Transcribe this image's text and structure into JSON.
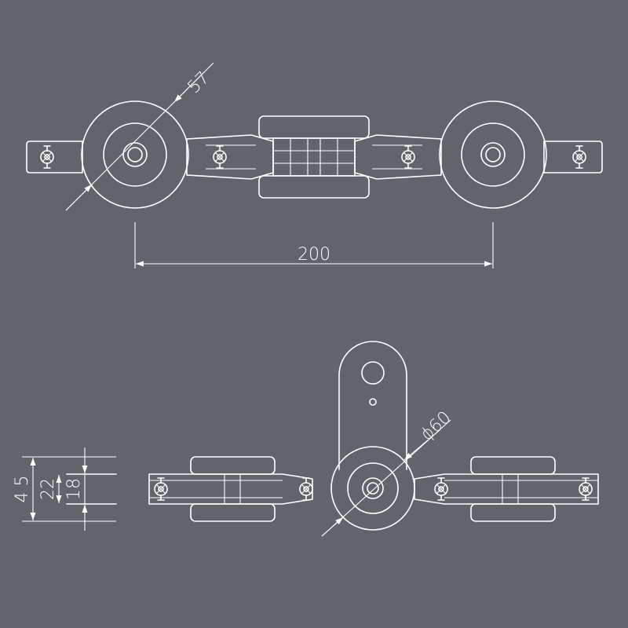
{
  "drawing": {
    "background_color": "#5f656b",
    "line_color": "#ffffff"
  },
  "dimensions": {
    "wheel_diameter": "57",
    "wheel_spacing": "200",
    "center_wheel_diameter": "ϕ60",
    "total_height": "4 5",
    "wheel_width": "22",
    "hub_width": "18"
  }
}
